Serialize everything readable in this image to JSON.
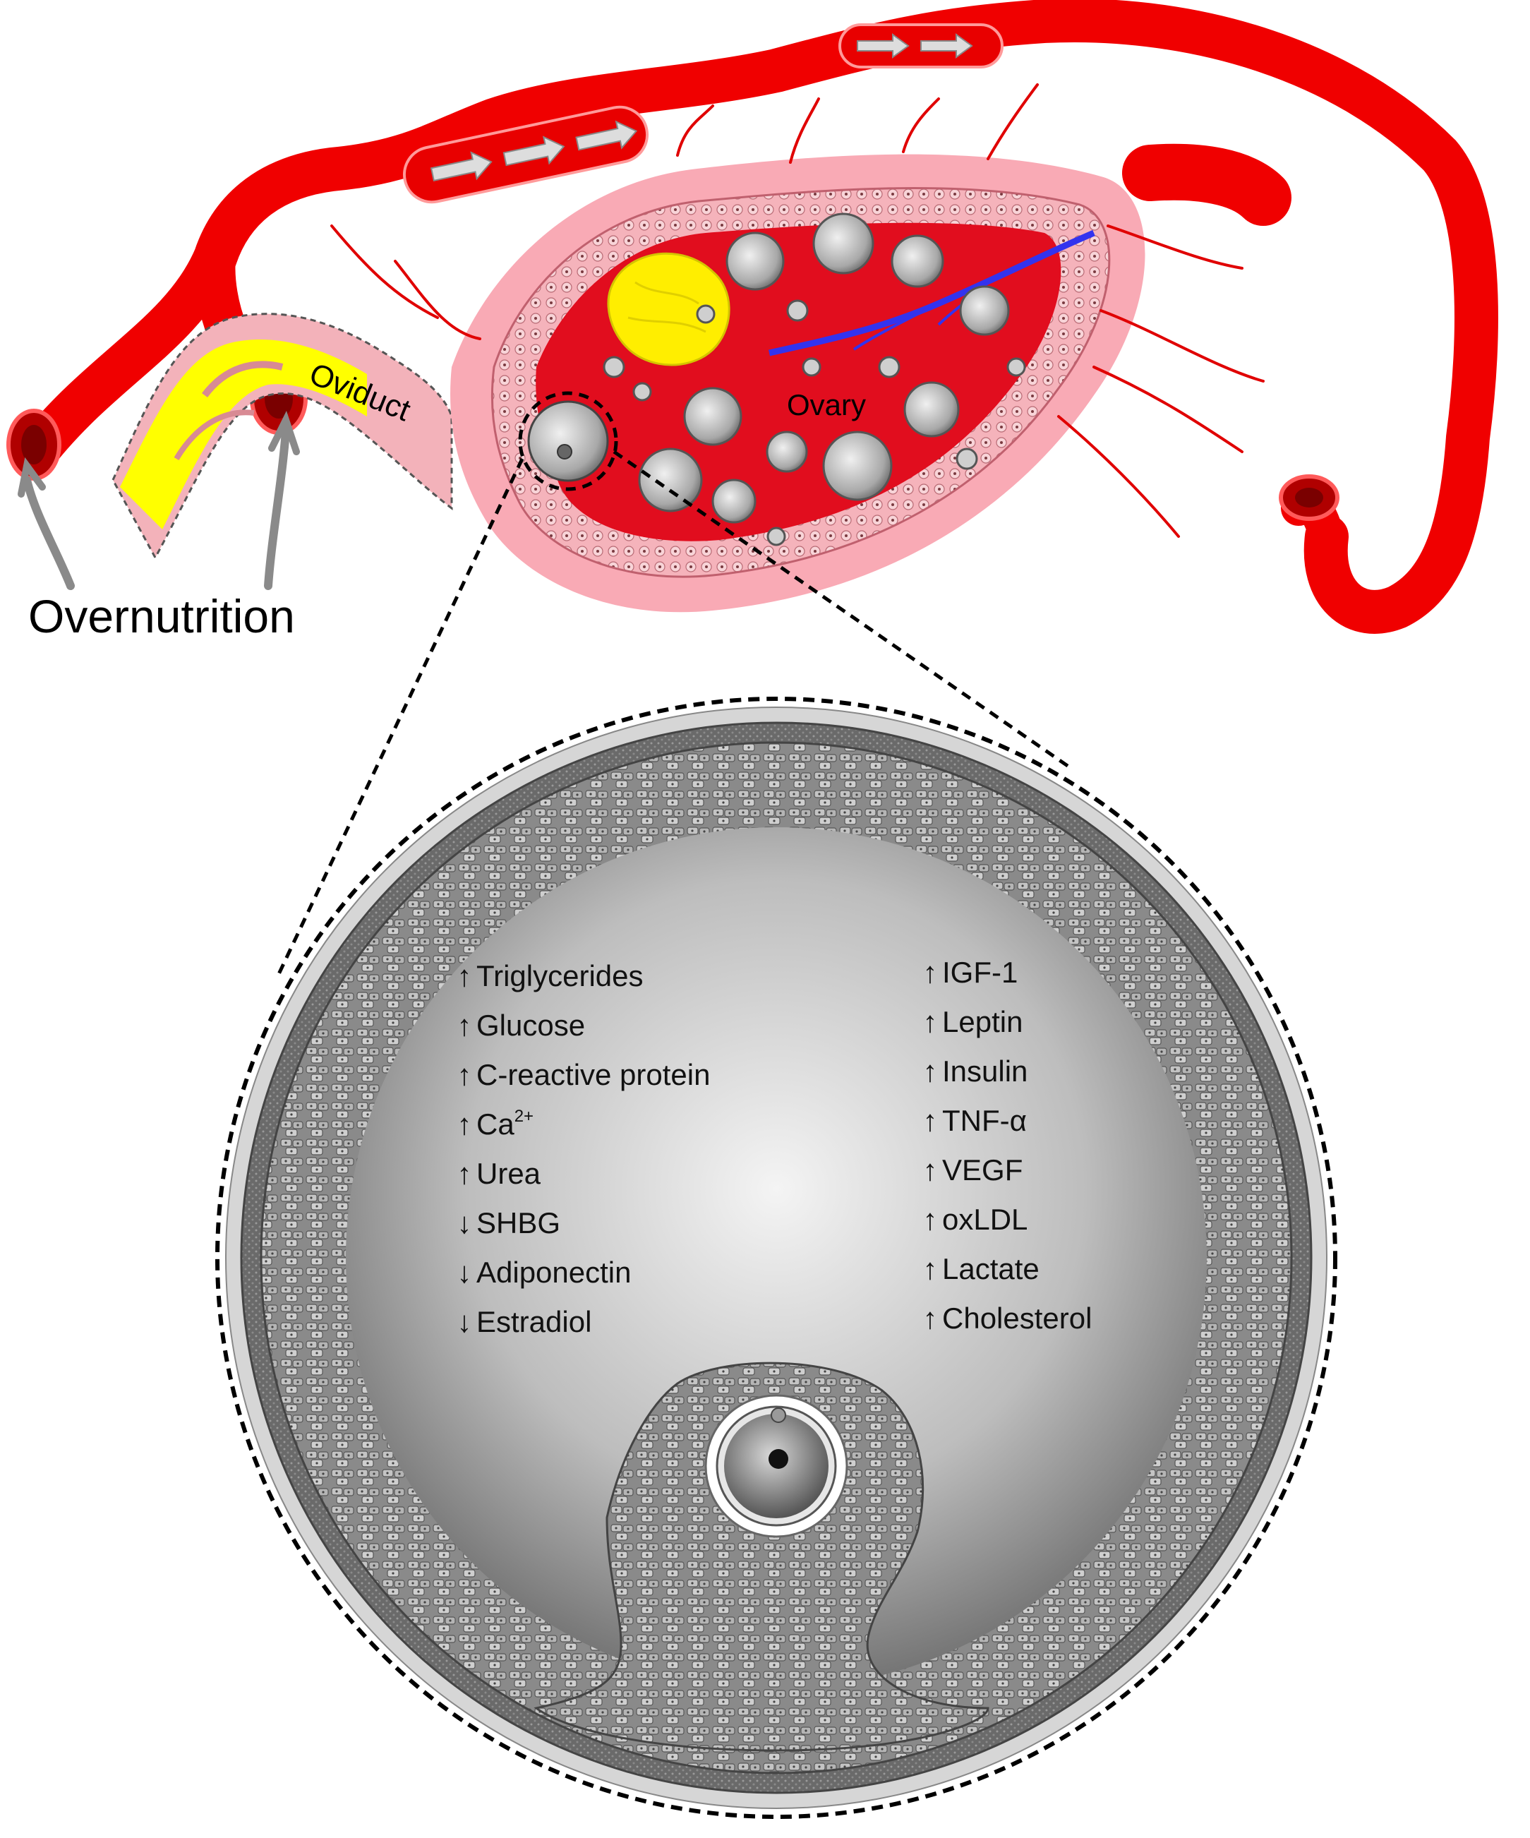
{
  "labels": {
    "overnutrition": "Overnutrition",
    "oviduct": "Oviduct",
    "ovary": "Ovary"
  },
  "markers": {
    "up": "↑",
    "down": "↓"
  },
  "left_list": [
    {
      "direction": "up",
      "text": "Triglycerides"
    },
    {
      "direction": "up",
      "text": "Glucose"
    },
    {
      "direction": "up",
      "text": "C-reactive protein"
    },
    {
      "direction": "up",
      "text": "Ca",
      "superscript": "2+"
    },
    {
      "direction": "up",
      "text": "Urea"
    },
    {
      "direction": "down",
      "text": "SHBG"
    },
    {
      "direction": "down",
      "text": "Adiponectin"
    },
    {
      "direction": "down",
      "text": "Estradiol"
    }
  ],
  "right_list": [
    {
      "direction": "up",
      "text": "IGF-1"
    },
    {
      "direction": "up",
      "text": "Leptin"
    },
    {
      "direction": "up",
      "text": "Insulin"
    },
    {
      "direction": "up",
      "text": "TNF-α"
    },
    {
      "direction": "up",
      "text": "VEGF"
    },
    {
      "direction": "up",
      "text": "oxLDL"
    },
    {
      "direction": "up",
      "text": "Lactate"
    },
    {
      "direction": "up",
      "text": "Cholesterol"
    }
  ],
  "colors": {
    "artery": "#f00000",
    "ovary_tissue": "#f25a6a",
    "corpus_luteum": "#ffee00",
    "vein": "#3333ee",
    "oviduct_yellow": "#ffff00",
    "follicle_gray": "#9a9a9a"
  }
}
